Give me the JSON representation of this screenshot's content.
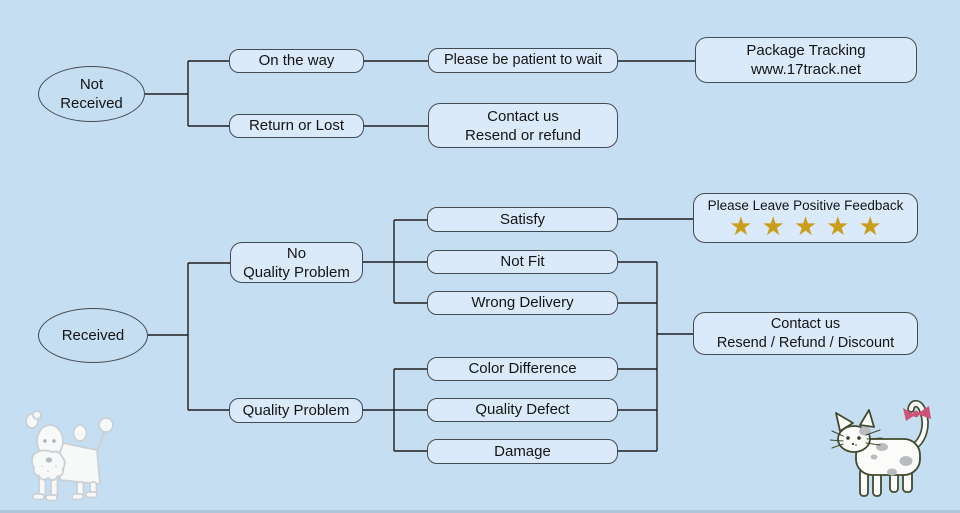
{
  "colors": {
    "background": "#c6def2",
    "node_fill": "#dbeafa",
    "node_border": "#454b52",
    "connector": "#1f1f1f",
    "text": "#141414",
    "star": "#c99e1b",
    "cat_outline": "#41492f",
    "patch_gray": "#b7bcbf",
    "bow_pink": "#cf5277",
    "dog_outline": "#c9d0d7"
  },
  "flowchart": {
    "not_received": {
      "line1": "Not",
      "line2": "Received"
    },
    "received": {
      "label": "Received"
    },
    "on_the_way": {
      "label": "On the way"
    },
    "return_or_lost": {
      "label": "Return or Lost"
    },
    "be_patient": {
      "label": "Please be patient to wait"
    },
    "package_tracking": {
      "line1": "Package Tracking",
      "line2": "www.17track.net"
    },
    "contact_top": {
      "line1": "Contact us",
      "line2": "Resend or refund"
    },
    "no_quality_problem": {
      "line1": "No",
      "line2": "Quality Problem"
    },
    "quality_problem": {
      "label": "Quality Problem"
    },
    "satisfy": {
      "label": "Satisfy"
    },
    "not_fit": {
      "label": "Not Fit"
    },
    "wrong_delivery": {
      "label": "Wrong Delivery"
    },
    "color_difference": {
      "label": "Color Difference"
    },
    "quality_defect": {
      "label": "Quality Defect"
    },
    "damage": {
      "label": "Damage"
    },
    "feedback": {
      "label": "Please Leave Positive Feedback",
      "stars": "★★★★★",
      "star_count": 5
    },
    "contact_bottom": {
      "line1": "Contact us",
      "line2": "Resend / Refund / Discount"
    }
  }
}
